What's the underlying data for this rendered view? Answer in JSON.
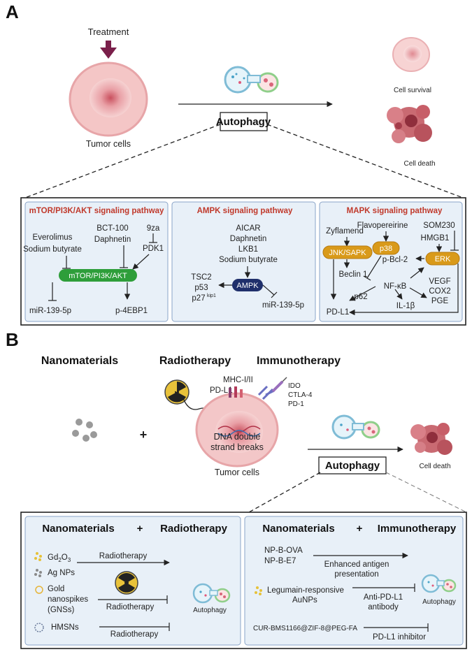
{
  "panel_a": {
    "letter": "A",
    "treatment": "Treatment",
    "tumor_cells": "Tumor cells",
    "autophagy": "Autophagy",
    "cell_survival": "Cell survival",
    "cell_death": "Cell death",
    "mtor": {
      "title": "mTOR/PI3K/AKT signaling pathway",
      "everolimus": "Everolimus",
      "sodium_butyrate": "Sodium butyrate",
      "bct100": "BCT-100",
      "daphnetin": "Daphnetin",
      "za9": "9za",
      "pdk1": "PDK1",
      "hub": "mTOR/PI3K/AKT",
      "mir": "miR-139-5p",
      "p4ebp1": "p-4EBP1"
    },
    "ampk": {
      "title": "AMPK signaling pathway",
      "aicar": "AICAR",
      "daphnetin": "Daphnetin",
      "lkb1": "LKB1",
      "sodium_butyrate": "Sodium butyrate",
      "hub": "AMPK",
      "tsc2": "TSC2",
      "p53": "p53",
      "p27": "p27",
      "p27_sup": "kip1",
      "mir": "miR-139-5p"
    },
    "mapk": {
      "title": "MAPK signaling pathway",
      "zyflamend": "Zyflamend",
      "flavopereirine": "Flavopereirine",
      "som230": "SOM230",
      "hmgb1": "HMGB1",
      "jnk": "JNK/SAPK",
      "p38": "p38",
      "erk": "ERK",
      "pbcl2": "p-Bcl-2",
      "beclin": "Beclin 1",
      "nfkb": "NF-κB",
      "p62": "p62",
      "vegf": "VEGF",
      "cox2": "COX2",
      "pge": "PGE",
      "il1b": "IL-1β",
      "pdl1": "PD-L1"
    }
  },
  "panel_b": {
    "letter": "B",
    "nanomaterials": "Nanomaterials",
    "radiotherapy": "Radiotherapy",
    "immunotherapy": "Immunotherapy",
    "plus": "+",
    "mhc": "MHC-I/II",
    "pdl1": "PD-L1",
    "ido": "IDO",
    "ctla4": "CTLA-4",
    "pd1": "PD-1",
    "dna": "DNA double",
    "dna2": "strand breaks",
    "tumor_cells": "Tumor cells",
    "autophagy": "Autophagy",
    "cell_death": "Cell death",
    "left_box": {
      "title_a": "Nanomaterials",
      "plus": "+",
      "title_b": "Radiotherapy",
      "gd": "Gd",
      "gd_sub1": "2",
      "gd_mid": "O",
      "gd_sub2": "3",
      "ag": "Ag NPs",
      "gold1": "Gold",
      "gold2": "nanospikes",
      "gold3": "(GNSs)",
      "hmsn": "HMSNs",
      "radio1": "Radiotherapy",
      "radio2": "Radiotherapy",
      "radio3": "Radiotherapy",
      "autophagy": "Autophagy"
    },
    "right_box": {
      "title_a": "Nanomaterials",
      "plus": "+",
      "title_b": "Immunotherapy",
      "npova": "NP-B-OVA",
      "npe7": "NP-B-E7",
      "enh1": "Enhanced antigen",
      "enh2": "presentation",
      "leg1": "Legumain-responsive",
      "leg2": "AuNPs",
      "anti1": "Anti-PD-L1",
      "anti2": "antibody",
      "autophagy": "Autophagy",
      "cur": "CUR-BMS1166@ZIF-8@PEG-FA",
      "inhib": "PD-L1 inhibitor"
    }
  },
  "colors": {
    "panel_fill": "#e8f0f8",
    "panel_stroke": "#8aa4c8",
    "green": "#2e9e3a",
    "navy": "#1f2f6b",
    "gold": "#d99a1a",
    "red_title": "#c0392b",
    "treatment_arrow": "#7a1f4a"
  }
}
